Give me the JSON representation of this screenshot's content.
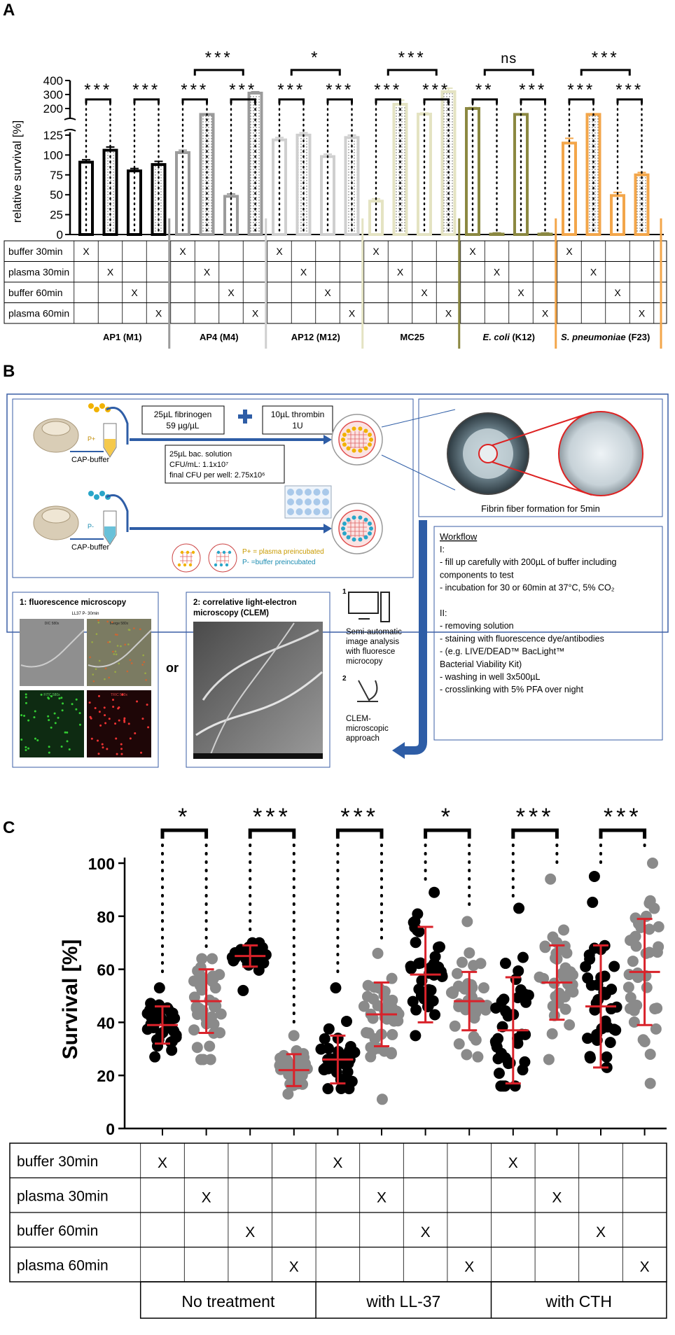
{
  "colors": {
    "black": "#000000",
    "grey_dark": "#9b9b9b",
    "grey_light": "#cfcfcf",
    "cream": "#e4e3c2",
    "olive": "#8b8841",
    "orange": "#f3a64a",
    "red": "#d9222a",
    "grey_dot": "#8a8a8a",
    "blue_arrow": "#2e5da6",
    "panel_border": "#3a5ea5"
  },
  "panel_labels": [
    "A",
    "B",
    "C"
  ],
  "chart_data": [
    {
      "panel": "A",
      "type": "bar",
      "ylabel": "relative survival [%]",
      "axis_break": true,
      "y_ticks_lower": [
        "0",
        "25",
        "50",
        "75",
        "100",
        "125"
      ],
      "y_ticks_upper": [
        "200",
        "300",
        "400"
      ],
      "ylim_lower": [
        0,
        125
      ],
      "ylim_upper": [
        150,
        400
      ],
      "conditions": [
        "buffer  30min",
        "plasma 30min",
        "buffer  60min",
        "plasma 60min"
      ],
      "groups": [
        {
          "label": "AP1 (M1)",
          "color": "#000000",
          "values": [
            91,
            106,
            80,
            88
          ],
          "errors": [
            3,
            4,
            3,
            4
          ],
          "sig": [
            [
              "0-1",
              "***"
            ],
            [
              "2-3",
              "***"
            ]
          ],
          "sig_top": null
        },
        {
          "label": "AP4 (M4)",
          "color": "#9b9b9b",
          "values": [
            103,
            158,
            48,
            310
          ],
          "errors": [
            3,
            4,
            3,
            10
          ],
          "sig": [
            [
              "0-1",
              "***"
            ],
            [
              "2-3",
              "***"
            ]
          ],
          "sig_top": "***"
        },
        {
          "label": "AP12 (M12)",
          "color": "#cfcfcf",
          "values": [
            119,
            125,
            98,
            122
          ],
          "errors": [
            3,
            3,
            3,
            3
          ],
          "sig": [
            [
              "0-1",
              "***"
            ],
            [
              "2-3",
              "***"
            ]
          ],
          "sig_top": "*"
        },
        {
          "label": "MC25",
          "color": "#e4e3c2",
          "values": [
            42,
            230,
            160,
            320
          ],
          "errors": [
            3,
            30,
            8,
            25
          ],
          "sig": [
            [
              "0-1",
              "***"
            ],
            [
              "2-3",
              "***"
            ]
          ],
          "sig_top": "***"
        },
        {
          "label": "E. coli (K12)",
          "label_italic": "E. coli",
          "label_rest": " (K12)",
          "color": "#8b8841",
          "values": [
            200,
            0,
            158,
            0
          ],
          "errors": [
            6,
            2,
            3,
            2
          ],
          "sig": [
            [
              "0-1",
              "**"
            ],
            [
              "2-3",
              "***"
            ]
          ],
          "sig_top": "ns"
        },
        {
          "label": "S. pneumoniae (F23)",
          "label_italic": "S. pneumoniae",
          "label_rest": " (F23)",
          "color": "#f3a64a",
          "values": [
            115,
            158,
            49,
            75
          ],
          "errors": [
            6,
            4,
            4,
            3
          ],
          "sig": [
            [
              "0-1",
              "***"
            ],
            [
              "2-3",
              "***"
            ]
          ],
          "sig_top": "***"
        }
      ]
    },
    {
      "panel": "C",
      "type": "scatter",
      "ylabel": "Survival [%]",
      "ylim": [
        0,
        100
      ],
      "y_ticks": [
        "0",
        "20",
        "40",
        "60",
        "80",
        "100"
      ],
      "conditions": [
        "buffer  30min",
        "plasma 30min",
        "buffer  60min",
        "plasma 60min"
      ],
      "groups": [
        "No treatment",
        "with LL-37",
        "with CTH"
      ],
      "columns": [
        {
          "mean": 39,
          "sd": 7,
          "min": 27,
          "max": 53,
          "color": "#000000"
        },
        {
          "mean": 48,
          "sd": 12,
          "min": 26,
          "max": 64,
          "color": "#8a8a8a"
        },
        {
          "mean": 65,
          "sd": 4,
          "min": 52,
          "max": 70,
          "color": "#000000"
        },
        {
          "mean": 22,
          "sd": 6,
          "min": 13,
          "max": 35,
          "color": "#8a8a8a"
        },
        {
          "mean": 26,
          "sd": 9,
          "min": 15,
          "max": 53,
          "color": "#000000"
        },
        {
          "mean": 43,
          "sd": 12,
          "min": 11,
          "max": 66,
          "color": "#8a8a8a"
        },
        {
          "mean": 58,
          "sd": 18,
          "min": 35,
          "max": 89,
          "color": "#000000"
        },
        {
          "mean": 48,
          "sd": 11,
          "min": 27,
          "max": 78,
          "color": "#8a8a8a"
        },
        {
          "mean": 37,
          "sd": 20,
          "min": 16,
          "max": 83,
          "color": "#000000"
        },
        {
          "mean": 55,
          "sd": 14,
          "min": 26,
          "max": 94,
          "color": "#8a8a8a"
        },
        {
          "mean": 46,
          "sd": 23,
          "min": 23,
          "max": 95,
          "color": "#000000"
        },
        {
          "mean": 59,
          "sd": 20,
          "min": 17,
          "max": 100,
          "color": "#8a8a8a"
        }
      ],
      "significance": [
        "*",
        "***",
        "***",
        "*",
        "***",
        "***"
      ]
    }
  ],
  "panel_b": {
    "fibrinogen": [
      "25µL fibrinogen",
      "59 µg/µL"
    ],
    "thrombin": [
      "10µL thrombin",
      "1U"
    ],
    "bac_solution": [
      "25µL bac. solution",
      "CFU/mL: 1.1x10⁷",
      "final CFU per well: 2.75x10⁶"
    ],
    "cap_buffer": "CAP-buffer",
    "legend_p_plus": "P+ = plasma preincubated",
    "legend_p_minus": "P- =buffer preincubated",
    "fibrin_caption": "Fibrin fiber formation for 5min",
    "workflow_title": "Workflow",
    "workflow_lines": [
      "I:",
      "- fill up carefully with 200µL of buffer including",
      "   components to test",
      "- incubation for 30 or 60min at 37°C, 5% CO₂",
      "",
      "II:",
      "- removing solution",
      "- staining with fluorescence dye/antibodies",
      "- (e.g. LIVE/DEAD™ BacLight™",
      "   Bacterial Viability Kit)",
      "- washing in well 3x500µL",
      "- crosslinking with 5% PFA over night"
    ],
    "method1_title": "1: fluorescence microscopy",
    "method1_sub": "LL37 P- 30min",
    "method1_panels": [
      "DIC 580x",
      "Merge 580x",
      "FITC 580x",
      "TRIC 580x"
    ],
    "or_text": "or",
    "method2_title": [
      "2: correlative light-electron",
      "microscopy (CLEM)"
    ],
    "step1_num": "1",
    "step1_text": [
      "Semi-automatic",
      "image analysis",
      "with fluoresce",
      "microcopy"
    ],
    "step2_num": "2",
    "step2_text": [
      "CLEM-",
      "microscopic",
      "approach"
    ],
    "p_plus_label": "P+",
    "p_minus_label": "P-"
  }
}
